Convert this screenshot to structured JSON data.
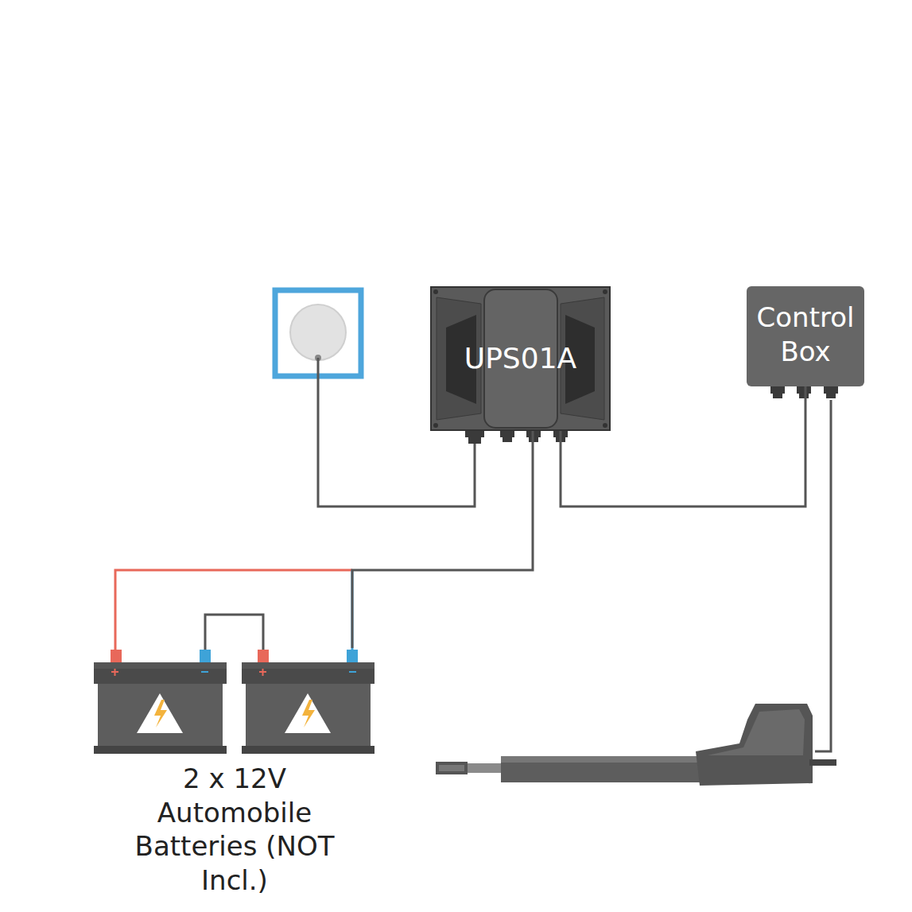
{
  "diagram": {
    "nodes": [
      {
        "text": [
          "UPS01A"
        ]
      },
      {
        "text": [
          "Control Box"
        ]
      },
      {
        "text": [
          "2 x 12V Automobile Batteries (NOT Incl.)"
        ]
      }
    ],
    "edges": [
      {
        "from": 0,
        "to": 1,
        "arrow": "none"
      },
      {
        "from": 0,
        "to": 2,
        "arrow": "none"
      }
    ]
  }
}
